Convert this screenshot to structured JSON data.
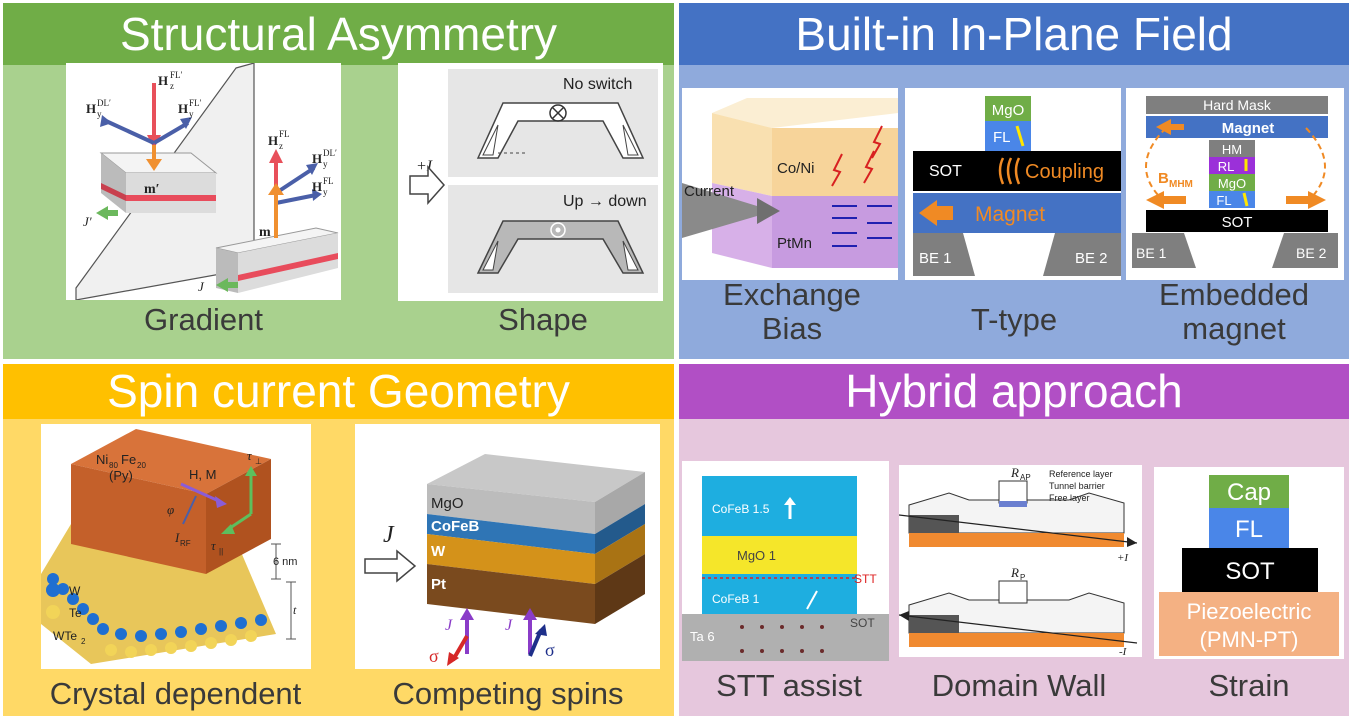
{
  "colors": {
    "green_header": "#70ad47",
    "green_bg": "#a9d18e",
    "blue_header": "#4472c4",
    "blue_bg": "#8faadc",
    "yellow_header": "#ffc000",
    "yellow_bg": "#ffd966",
    "purple_header": "#b14fc5",
    "purple_bg": "#e6c7dd"
  },
  "structural": {
    "title": "Structural Asymmetry",
    "gradient": {
      "caption": "Gradient",
      "hz_fl_prime": "H",
      "hy_dl_prime": "H",
      "hy_fl_prime": "H",
      "m_prime": "m′",
      "j_prime": "J′",
      "hz_fl": "H",
      "hy_dl": "H",
      "hy_fl": "H",
      "m": "m",
      "j": "J"
    },
    "shape": {
      "caption": "Shape",
      "no_switch": "No switch",
      "up_down": "Up → down",
      "current": "+I"
    }
  },
  "inplane": {
    "title": "Built-in In-Plane Field",
    "exchange": {
      "caption_line1": "Exchange",
      "caption_line2": "Bias",
      "current": "Current",
      "coni": "Co/Ni",
      "ptmn": "PtMn"
    },
    "ttype": {
      "caption": "T-type",
      "mgo": "MgO",
      "fl": "FL",
      "sot": "SOT",
      "coupling": "Coupling",
      "magnet": "Magnet",
      "be1": "BE 1",
      "be2": "BE 2"
    },
    "embedded": {
      "caption_line1": "Embedded",
      "caption_line2": "magnet",
      "hard_mask": "Hard Mask",
      "magnet": "Magnet",
      "hm": "HM",
      "rl": "RL",
      "mgo": "MgO",
      "fl": "FL",
      "sot": "SOT",
      "bmhm": "B",
      "be1": "BE 1",
      "be2": "BE 2"
    }
  },
  "spin": {
    "title": "Spin current Geometry",
    "crystal": {
      "caption": "Crystal dependent",
      "nife": "Ni",
      "py": "(Py)",
      "hm": "H, M",
      "phi": "φ",
      "irf": "I",
      "tau_perp": "τ",
      "tau_par": "τ",
      "thickness": "6 nm",
      "w_legend": "W",
      "te_legend": "Te",
      "wte2": "WTe",
      "t": "t"
    },
    "competing": {
      "caption": "Competing spins",
      "mgo": "MgO",
      "cofeb": "CoFeB",
      "w": "W",
      "pt": "Pt",
      "j": "J",
      "js": "J",
      "sigma": "σ"
    }
  },
  "hybrid": {
    "title": "Hybrid approach",
    "stt": {
      "caption": "STT assist",
      "cofeb15": "CoFeB 1.5",
      "mgo1": "MgO 1",
      "cofeb1": "CoFeB 1",
      "stt": "STT",
      "sot": "SOT",
      "ta6": "Ta 6"
    },
    "domain": {
      "caption": "Domain Wall",
      "rap": "R",
      "rp": "R",
      "ref_layer": "Reference layer",
      "tunnel": "Tunnel barrier",
      "free": "Free layer",
      "plus_i": "+I",
      "minus_i": "-I"
    },
    "strain": {
      "caption": "Strain",
      "cap": "Cap",
      "fl": "FL",
      "sot": "SOT",
      "piezo": "Piezoelectric",
      "pmn": "(PMN-PT)"
    }
  }
}
